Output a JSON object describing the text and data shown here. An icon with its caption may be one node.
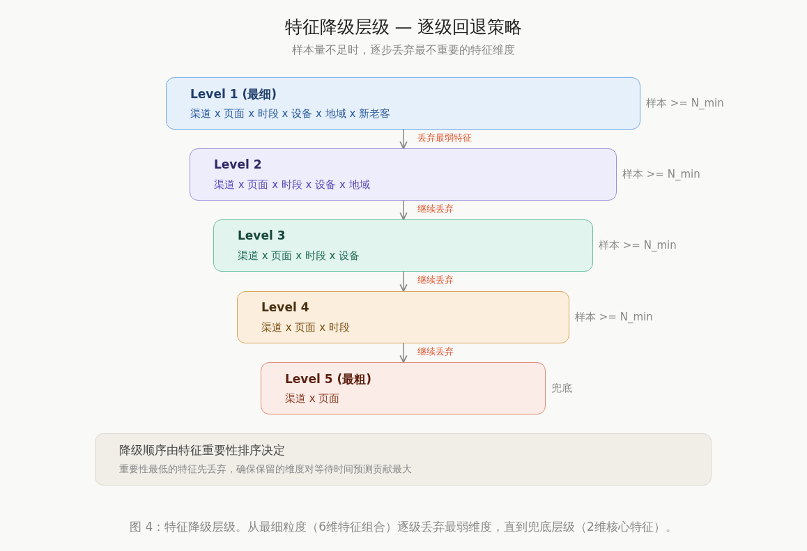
{
  "diagram": {
    "title": "特征降级层级 — 逐级回退策略",
    "caption": "图 4：特征降级层级。从最细粒度（6维特征组合）逐级丢弃最弱维度，直到兜底层级（2维核心特征）。",
    "nodes": [
      {
        "text": [
          "Level 1 (最细)",
          "渠道 x 页面 x 时段 x 设备 x 地域 x 新老客"
        ],
        "beside": [
          "样本 >= N_min"
        ]
      },
      {
        "text": [
          "Level 2",
          "渠道 x 页面 x 时段 x 设备 x 地域"
        ],
        "beside": [
          "样本 >= N_min"
        ]
      },
      {
        "text": [
          "Level 3",
          "渠道 x 页面 x 时段 x 设备"
        ],
        "beside": [
          "样本 >= N_min"
        ]
      },
      {
        "text": [
          "Level 4",
          "渠道 x 页面 x 时段"
        ],
        "beside": [
          "样本 >= N_min"
        ]
      },
      {
        "text": [
          "Level 5 (最粗)",
          "渠道 x 页面"
        ],
        "beside": [
          "兜底"
        ]
      },
      {
        "text": [
          "降级顺序由特征重要性排序决定",
          "重要性最低的特征先丢弃，确保保留的维度对等待时间预测贡献最大"
        ]
      }
    ],
    "edges": [
      {
        "from": 0,
        "to": 1,
        "arrow": "to",
        "label": "丢弃最弱特征"
      },
      {
        "from": 1,
        "to": 2,
        "arrow": "to",
        "label": "继续丢弃"
      },
      {
        "from": 2,
        "to": 3,
        "arrow": "to",
        "label": "继续丢弃"
      },
      {
        "from": 3,
        "to": 4,
        "arrow": "to",
        "label": "继续丢弃"
      }
    ],
    "labels": [
      "样本量不足时，逐步丢弃最不重要的特征维度"
    ]
  }
}
